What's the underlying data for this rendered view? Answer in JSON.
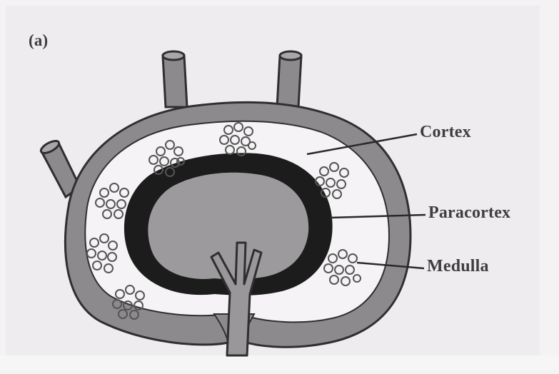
{
  "figure": {
    "panel_label": "(a)",
    "labels": {
      "cortex": "Cortex",
      "paracortex": "Paracortex",
      "medulla": "Medulla"
    }
  },
  "colors": {
    "page_background": "#f4f2f3",
    "panel_background": "#efecef",
    "vessel_fill": "#8d8a8d",
    "vessel_outline": "#2f2f2f",
    "paracortex_fill": "#1c1c1c",
    "medulla_fill": "#9d9a9d",
    "cortex_fill": "#f5f3f5",
    "follicle_stroke": "#555555",
    "label_text": "#3f3f3f",
    "leader_line": "#2a2a2a"
  }
}
